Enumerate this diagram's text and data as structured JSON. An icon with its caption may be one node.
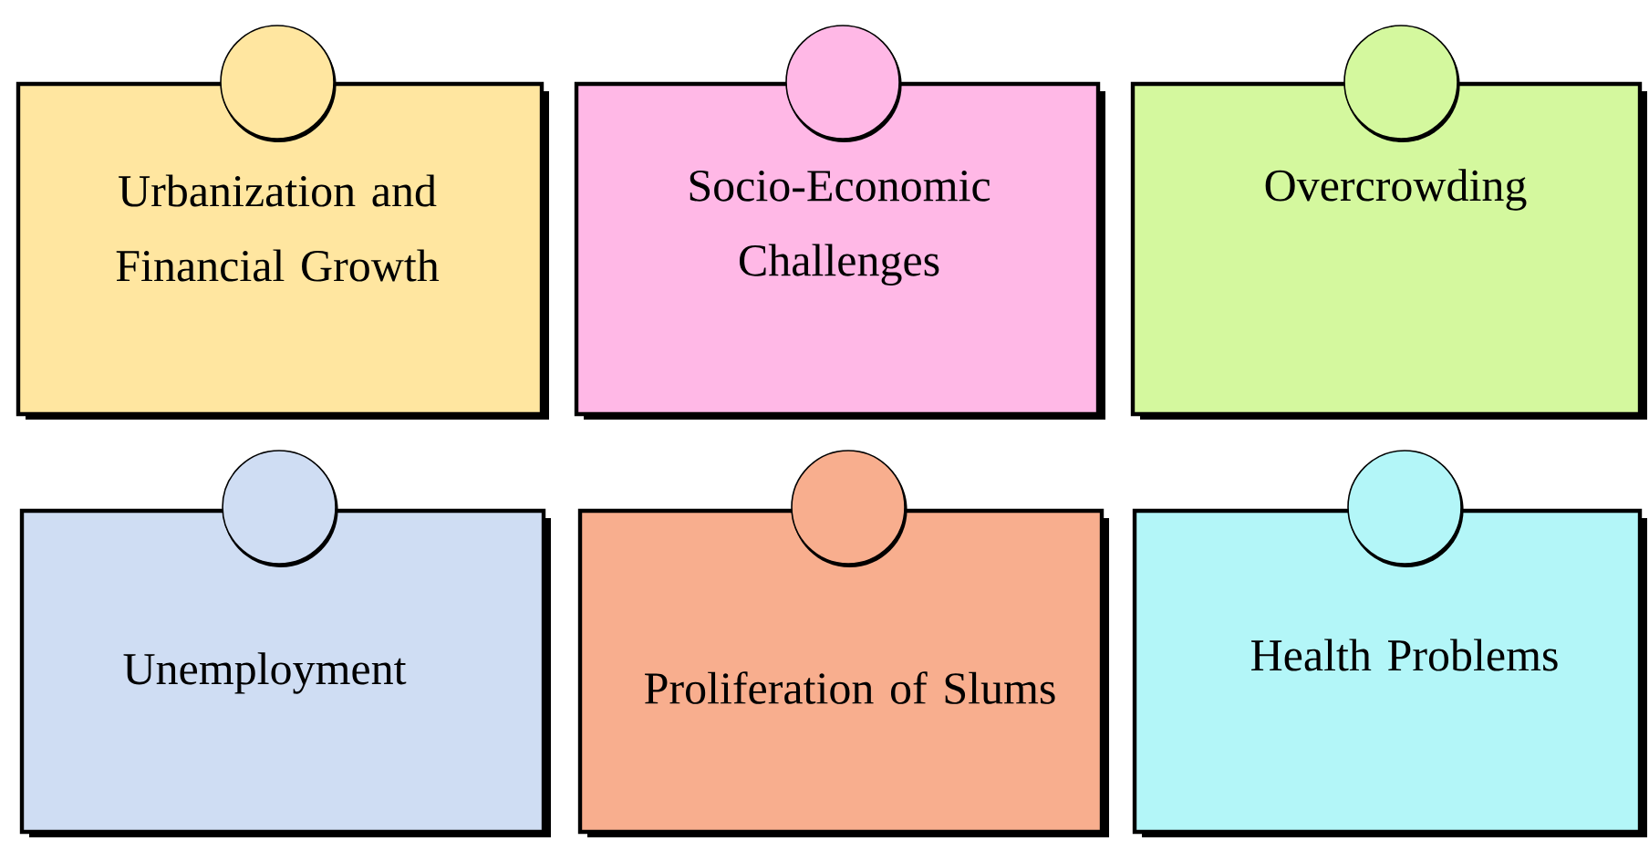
{
  "diagram": {
    "nodes": [
      {
        "text": [
          "Urbanization and Financial Growth"
        ]
      },
      {
        "text": [
          "Socio-Economic Challenges"
        ]
      },
      {
        "text": [
          "Overcrowding"
        ]
      },
      {
        "text": [
          "Unemployment"
        ]
      },
      {
        "text": [
          "Proliferation of Slums"
        ]
      },
      {
        "text": [
          "Health Problems"
        ]
      }
    ]
  }
}
